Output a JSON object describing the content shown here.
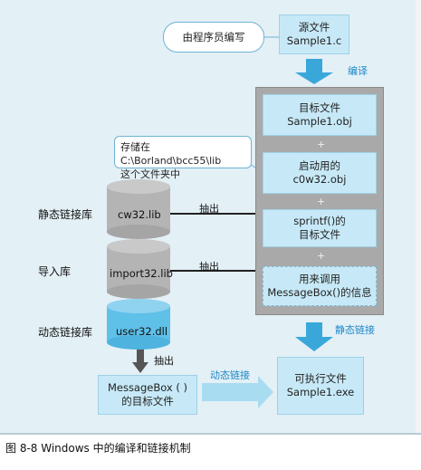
{
  "source_bubble": "由程序员编写",
  "source_box": {
    "line1": "源文件",
    "line2": "Sample1.c"
  },
  "compile_label": "编译",
  "stack": {
    "obj": {
      "line1": "目标文件",
      "line2": "Sample1.obj"
    },
    "startup": {
      "line1": "启动用的",
      "line2": "c0w32.obj"
    },
    "sprintf": {
      "line1": "sprintf()的",
      "line2": "目标文件"
    },
    "msgbox_info": {
      "line1": "用来调用",
      "line2": "MessageBox()的信息"
    },
    "plus": "+"
  },
  "note": {
    "line1": "存储在C:\\Borland\\bcc55\\lib",
    "line2": "这个文件夹中"
  },
  "rows": {
    "static_lib_label": "静态链接库",
    "import_lib_label": "导入库",
    "dynamic_lib_label": "动态链接库"
  },
  "cylinders": {
    "cw32": "cw32.lib",
    "import32": "import32.lib",
    "user32": "user32.dll"
  },
  "extract_label": "抽出",
  "static_link_label": "静态链接",
  "dynamic_link_label": "动态链接",
  "msgbox_obj": {
    "line1": "MessageBox ( )",
    "line2": "的目标文件"
  },
  "exe_box": {
    "line1": "可执行文件",
    "line2": "Sample1.exe"
  },
  "caption": "图 8-8   Windows 中的编译和链接机制"
}
